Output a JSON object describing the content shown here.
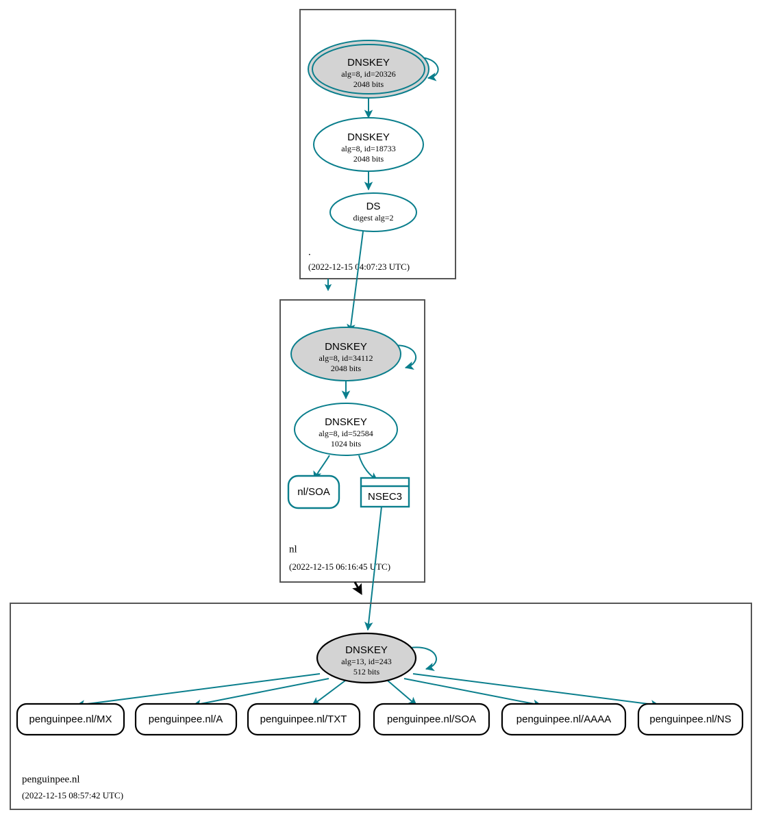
{
  "diagram": {
    "title": "DNSSEC authentication chain for penguinpee.nl",
    "colors": {
      "secure": "#0a7e8c",
      "insecure": "#000000",
      "key_fill": "#d3d3d3",
      "zone_border": "#555555",
      "background": "#ffffff"
    }
  },
  "zones": [
    {
      "id": "root",
      "name": ".",
      "timestamp": "(2022-12-15 04:07:23 UTC)",
      "nodes": [
        {
          "id": "root-ksk",
          "type": "DNSKEY",
          "title": "DNSKEY",
          "detail": "alg=8, id=20326",
          "bits": "2048 bits",
          "shape": "double-ellipse",
          "status": "secure",
          "trust_anchor": true
        },
        {
          "id": "root-zsk",
          "type": "DNSKEY",
          "title": "DNSKEY",
          "detail": "alg=8, id=18733",
          "bits": "2048 bits",
          "shape": "ellipse",
          "status": "secure",
          "trust_anchor": false
        },
        {
          "id": "root-ds",
          "type": "DS",
          "title": "DS",
          "detail": "digest alg=2",
          "bits": "",
          "shape": "ellipse",
          "status": "secure",
          "trust_anchor": false
        }
      ]
    },
    {
      "id": "nl",
      "name": "nl",
      "timestamp": "(2022-12-15 06:16:45 UTC)",
      "nodes": [
        {
          "id": "nl-ksk",
          "type": "DNSKEY",
          "title": "DNSKEY",
          "detail": "alg=8, id=34112",
          "bits": "2048 bits",
          "shape": "ellipse",
          "status": "secure",
          "trust_anchor": false
        },
        {
          "id": "nl-zsk",
          "type": "DNSKEY",
          "title": "DNSKEY",
          "detail": "alg=8, id=52584",
          "bits": "1024 bits",
          "shape": "ellipse",
          "status": "secure",
          "trust_anchor": false
        },
        {
          "id": "nl-soa",
          "type": "RRSET",
          "title": "nl/SOA",
          "detail": "",
          "bits": "",
          "shape": "rounded-rect",
          "status": "secure",
          "trust_anchor": false
        },
        {
          "id": "nl-nsec3",
          "type": "NSEC3",
          "title": "NSEC3",
          "detail": "",
          "bits": "",
          "shape": "record-rect",
          "status": "secure",
          "trust_anchor": false
        }
      ]
    },
    {
      "id": "penguinpee",
      "name": "penguinpee.nl",
      "timestamp": "(2022-12-15 08:57:42 UTC)",
      "nodes": [
        {
          "id": "pp-key",
          "type": "DNSKEY",
          "title": "DNSKEY",
          "detail": "alg=13, id=243",
          "bits": "512 bits",
          "shape": "ellipse",
          "status": "insecure",
          "trust_anchor": false
        }
      ],
      "rrsets": [
        {
          "id": "pp-mx",
          "label": "penguinpee.nl/MX",
          "status": "insecure"
        },
        {
          "id": "pp-a",
          "label": "penguinpee.nl/A",
          "status": "insecure"
        },
        {
          "id": "pp-txt",
          "label": "penguinpee.nl/TXT",
          "status": "insecure"
        },
        {
          "id": "pp-soa",
          "label": "penguinpee.nl/SOA",
          "status": "insecure"
        },
        {
          "id": "pp-aaaa",
          "label": "penguinpee.nl/AAAA",
          "status": "insecure"
        },
        {
          "id": "pp-ns",
          "label": "penguinpee.nl/NS",
          "status": "insecure"
        }
      ]
    }
  ],
  "edges": [
    {
      "from": "root-ksk",
      "to": "root-ksk",
      "kind": "self-sign",
      "status": "secure"
    },
    {
      "from": "root-ksk",
      "to": "root-zsk",
      "kind": "signs",
      "status": "secure"
    },
    {
      "from": "root-zsk",
      "to": "root-ds",
      "kind": "signs",
      "status": "secure"
    },
    {
      "from": "root-ds",
      "to": "nl-ksk",
      "kind": "delegation",
      "status": "secure"
    },
    {
      "from": "root",
      "to": "nl",
      "kind": "zone-arrow",
      "status": "secure"
    },
    {
      "from": "nl-ksk",
      "to": "nl-ksk",
      "kind": "self-sign",
      "status": "secure"
    },
    {
      "from": "nl-ksk",
      "to": "nl-zsk",
      "kind": "signs",
      "status": "secure"
    },
    {
      "from": "nl-zsk",
      "to": "nl-soa",
      "kind": "signs",
      "status": "secure"
    },
    {
      "from": "nl-zsk",
      "to": "nl-nsec3",
      "kind": "signs",
      "status": "secure"
    },
    {
      "from": "nl-nsec3",
      "to": "pp-key",
      "kind": "proof",
      "status": "secure"
    },
    {
      "from": "nl",
      "to": "penguinpee",
      "kind": "zone-arrow",
      "status": "insecure"
    },
    {
      "from": "pp-key",
      "to": "pp-key",
      "kind": "self-sign",
      "status": "secure"
    },
    {
      "from": "pp-key",
      "to": "pp-mx",
      "kind": "signs",
      "status": "secure"
    },
    {
      "from": "pp-key",
      "to": "pp-a",
      "kind": "signs",
      "status": "secure"
    },
    {
      "from": "pp-key",
      "to": "pp-txt",
      "kind": "signs",
      "status": "secure"
    },
    {
      "from": "pp-key",
      "to": "pp-soa",
      "kind": "signs",
      "status": "secure"
    },
    {
      "from": "pp-key",
      "to": "pp-aaaa",
      "kind": "signs",
      "status": "secure"
    },
    {
      "from": "pp-key",
      "to": "pp-ns",
      "kind": "signs",
      "status": "secure"
    }
  ]
}
